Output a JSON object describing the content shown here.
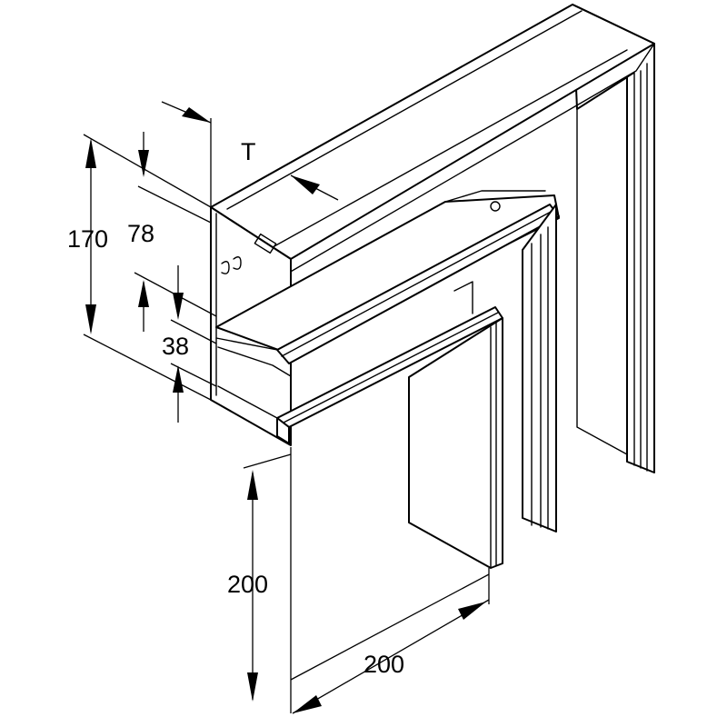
{
  "dimensions": {
    "height_total": "170",
    "height_upper": "78",
    "height_lower": "38",
    "leg_vertical": "200",
    "leg_horizontal": "200",
    "depth_label": "T"
  }
}
